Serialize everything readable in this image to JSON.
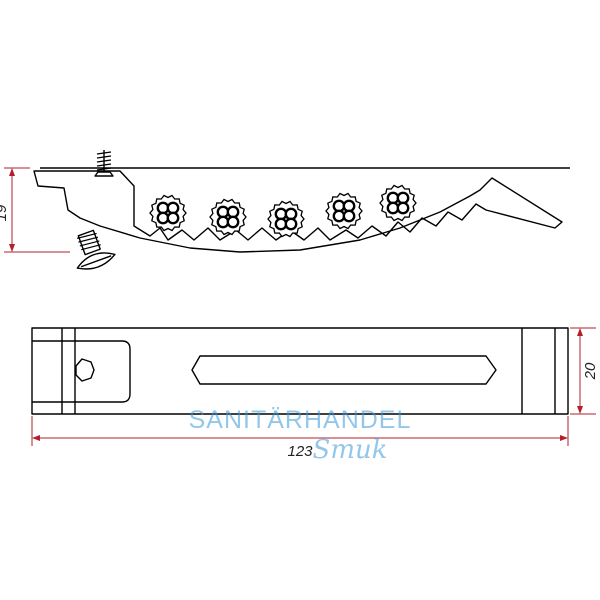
{
  "drawing": {
    "dimensions": {
      "side_height": "19",
      "front_height": "20",
      "overall_length": "123"
    },
    "watermark": {
      "line1": "SANITÄRHANDEL",
      "line2": "Smuk"
    },
    "colors": {
      "outline": "#000000",
      "dimension_line": "#b3202a",
      "watermark": "#3a9ad9"
    },
    "roller_count": 5
  }
}
